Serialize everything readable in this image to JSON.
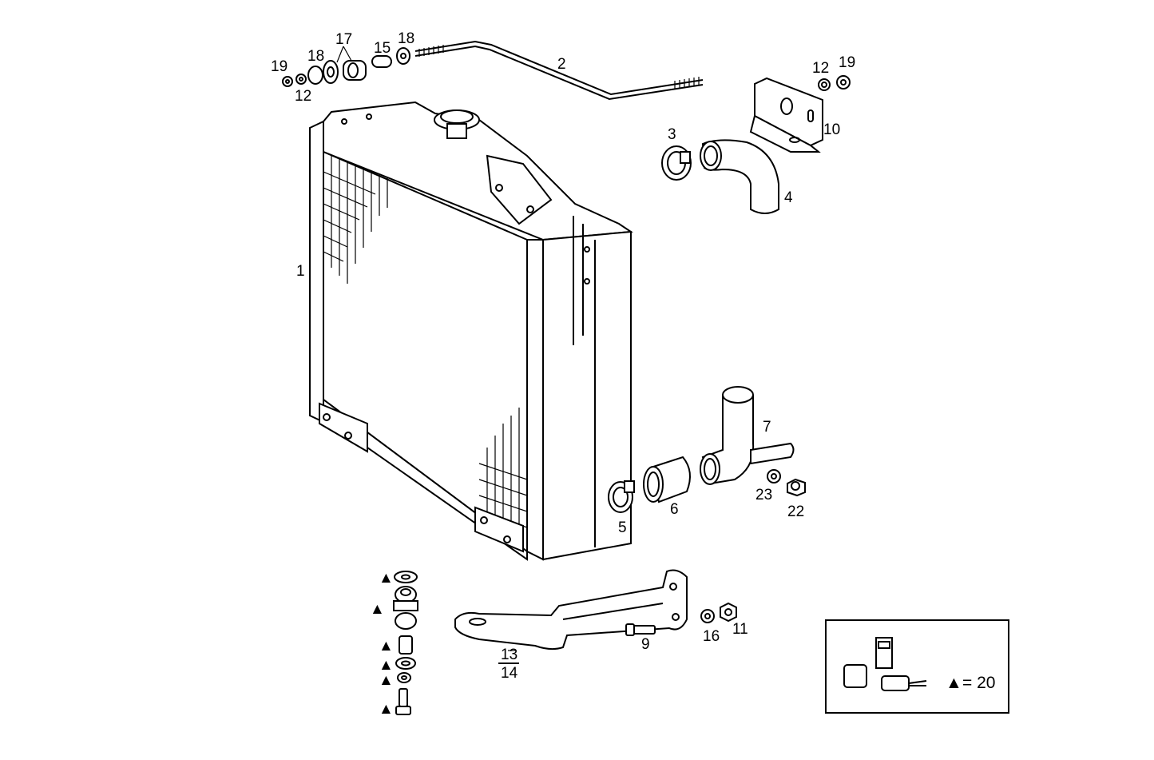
{
  "callouts": {
    "c1": "1",
    "c2": "2",
    "c3": "3",
    "c4": "4",
    "c5": "5",
    "c6": "6",
    "c7": "7",
    "c9": "9",
    "c10": "10",
    "c11": "11",
    "c12a": "12",
    "c12b": "12",
    "c13": "13",
    "c14": "14",
    "c15": "15",
    "c16": "16",
    "c17": "17",
    "c18a": "18",
    "c18b": "18",
    "c19a": "19",
    "c19b": "19",
    "c22": "22",
    "c23": "23"
  },
  "legend": {
    "symbol": "▲",
    "text": "= 20"
  },
  "kit_markers": [
    "▲",
    "▲",
    "▲",
    "▲",
    "▲",
    "▲"
  ]
}
